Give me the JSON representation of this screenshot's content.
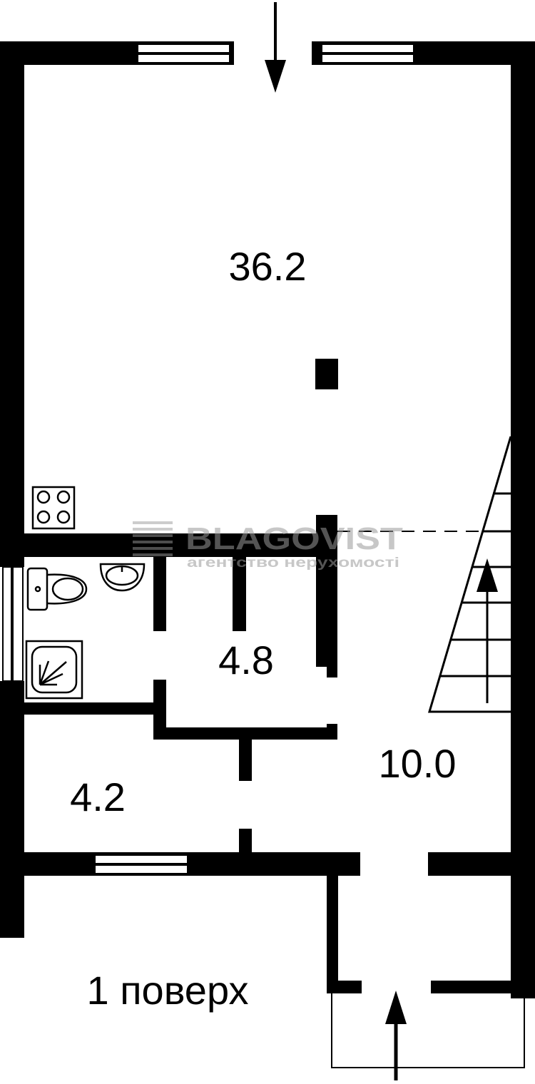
{
  "plan": {
    "rooms": [
      {
        "id": "living-kitchen",
        "area": "36.2"
      },
      {
        "id": "corridor",
        "area": "4.8"
      },
      {
        "id": "hall",
        "area": "10.0"
      },
      {
        "id": "storage",
        "area": "4.2"
      }
    ],
    "floor_label": "1 поверх",
    "colors": {
      "wall": "#000000",
      "background": "#ffffff",
      "watermark": "#9a9a9a"
    },
    "icons": [
      "entrance-arrow-icon",
      "stair-arrow-icon",
      "stove-icon",
      "toilet-icon",
      "sink-icon",
      "shower-icon"
    ]
  },
  "watermark": {
    "brand": "BLAGOVIST",
    "tagline": "агентство нерухомості"
  }
}
